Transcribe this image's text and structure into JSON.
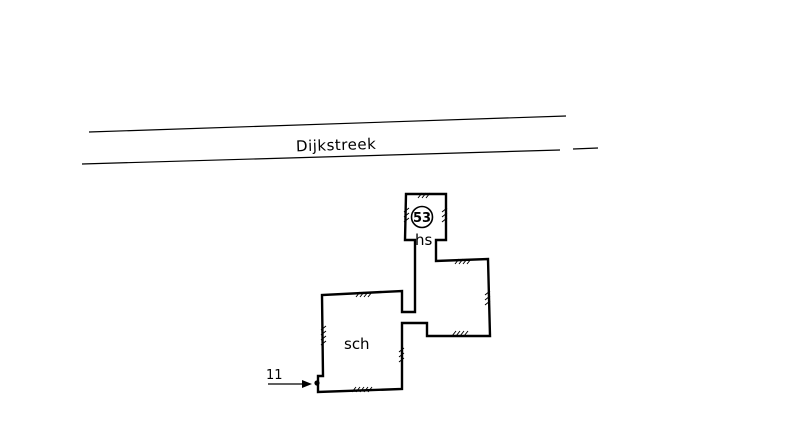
{
  "map": {
    "road": {
      "name": "Dijkstreek"
    },
    "house_number": "53",
    "rooms": [
      {
        "id": "hs",
        "label": "hs"
      },
      {
        "id": "sch",
        "label": "sch"
      }
    ],
    "reference": {
      "label": "11"
    },
    "colors": {
      "ink": "#000000",
      "paper": "#ffffff"
    }
  }
}
